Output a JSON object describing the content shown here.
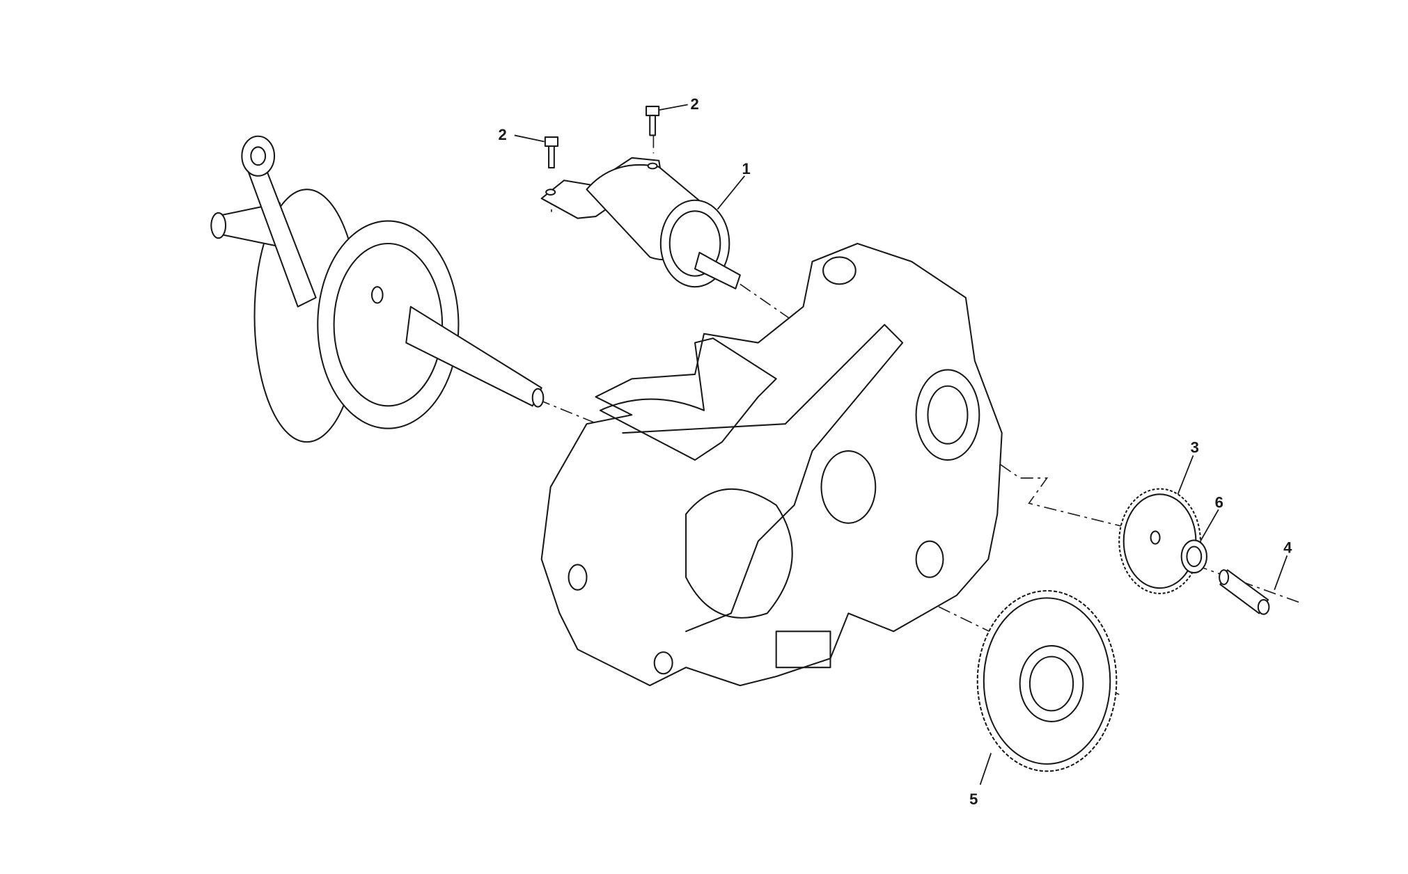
{
  "diagram": {
    "type": "exploded-parts-diagram",
    "callouts": [
      {
        "id": "1",
        "part": "starter-motor"
      },
      {
        "id": "2",
        "part": "bolt-right"
      },
      {
        "id": "2",
        "part": "bolt-left"
      },
      {
        "id": "3",
        "part": "idler-gear"
      },
      {
        "id": "6",
        "part": "washer"
      },
      {
        "id": "4",
        "part": "pin"
      },
      {
        "id": "5",
        "part": "starter-gear"
      }
    ],
    "line_color": "#1a1a1a"
  }
}
